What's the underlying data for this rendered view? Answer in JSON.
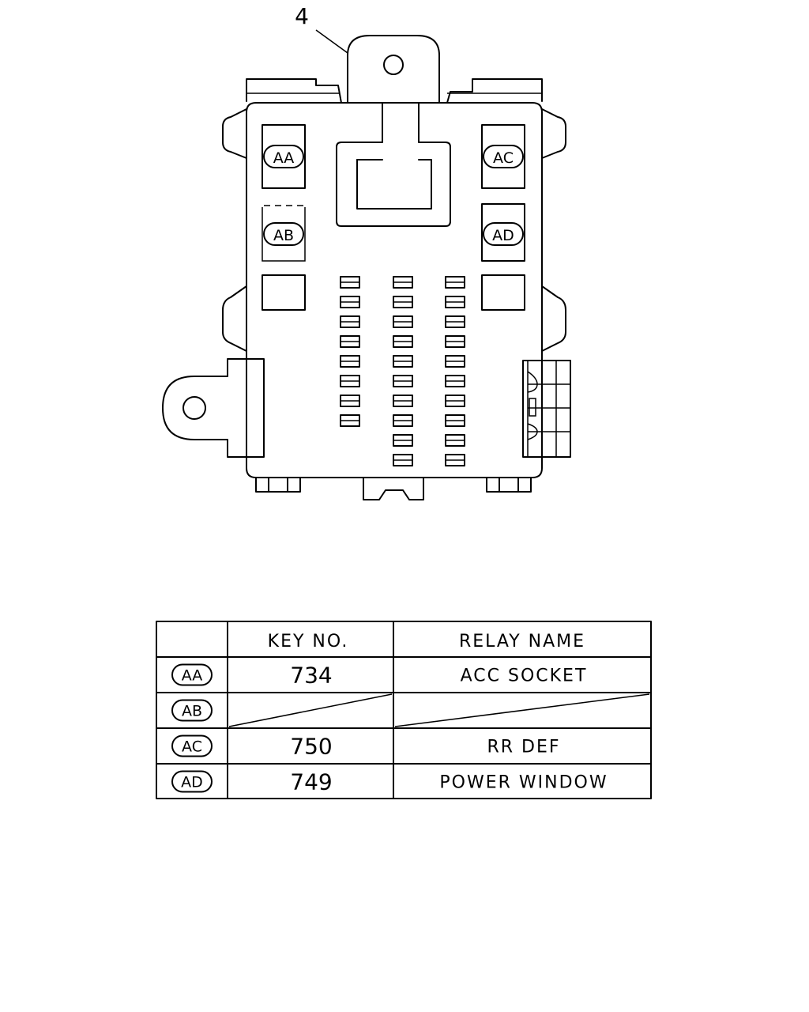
{
  "callout": {
    "label": "4"
  },
  "relay_markers": {
    "aa": "AA",
    "ab": "AB",
    "ac": "AC",
    "ad": "AD"
  },
  "table": {
    "headers": [
      "",
      "KEY NO.",
      "RELAY NAME"
    ],
    "rows": [
      {
        "marker": "AA",
        "key_no": "734",
        "relay_name": "ACC SOCKET",
        "empty": false
      },
      {
        "marker": "AB",
        "key_no": "",
        "relay_name": "",
        "empty": true
      },
      {
        "marker": "AC",
        "key_no": "750",
        "relay_name": "RR DEF",
        "empty": false
      },
      {
        "marker": "AD",
        "key_no": "749",
        "relay_name": "POWER WINDOW",
        "empty": false
      }
    ]
  },
  "fuse_columns": [
    {
      "name": "left",
      "count": 8
    },
    {
      "name": "middle",
      "count": 10
    },
    {
      "name": "right",
      "count": 10
    }
  ]
}
